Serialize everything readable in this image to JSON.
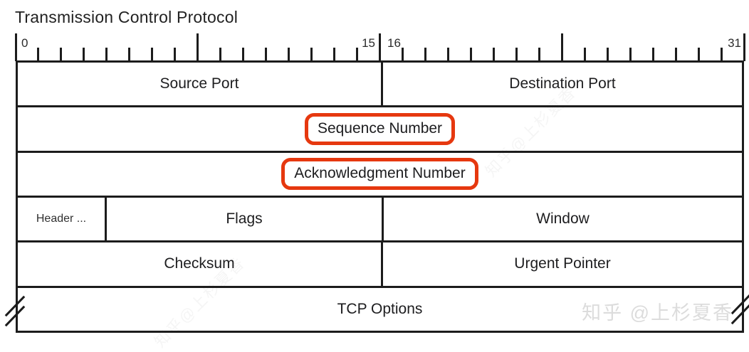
{
  "title": "Transmission Control Protocol",
  "ruler": {
    "bits": 32,
    "labels": {
      "start": "0",
      "mid_left": "15",
      "mid_right": "16",
      "end": "31"
    }
  },
  "grid": {
    "rows": [
      {
        "cells": [
          {
            "label": "Source Port"
          },
          {
            "label": "Destination Port"
          }
        ]
      },
      {
        "cells": [
          {
            "label": "Sequence Number",
            "highlighted": true
          }
        ]
      },
      {
        "cells": [
          {
            "label": "Acknowledgment Number",
            "highlighted": true
          }
        ]
      },
      {
        "cells": [
          {
            "label": "Header ..."
          },
          {
            "label": "Flags"
          },
          {
            "label": "Window"
          }
        ]
      },
      {
        "cells": [
          {
            "label": "Checksum"
          },
          {
            "label": "Urgent Pointer"
          }
        ]
      },
      {
        "cells": [
          {
            "label": "TCP Options",
            "break_marks": true
          }
        ]
      }
    ]
  },
  "watermark": {
    "text": "知乎 @上杉夏香",
    "tiled": "知乎@上杉夏香"
  },
  "colors": {
    "highlight_red": "#e6380f",
    "line": "#1c1c1c",
    "watermark_gray": "#dcdcdc"
  }
}
